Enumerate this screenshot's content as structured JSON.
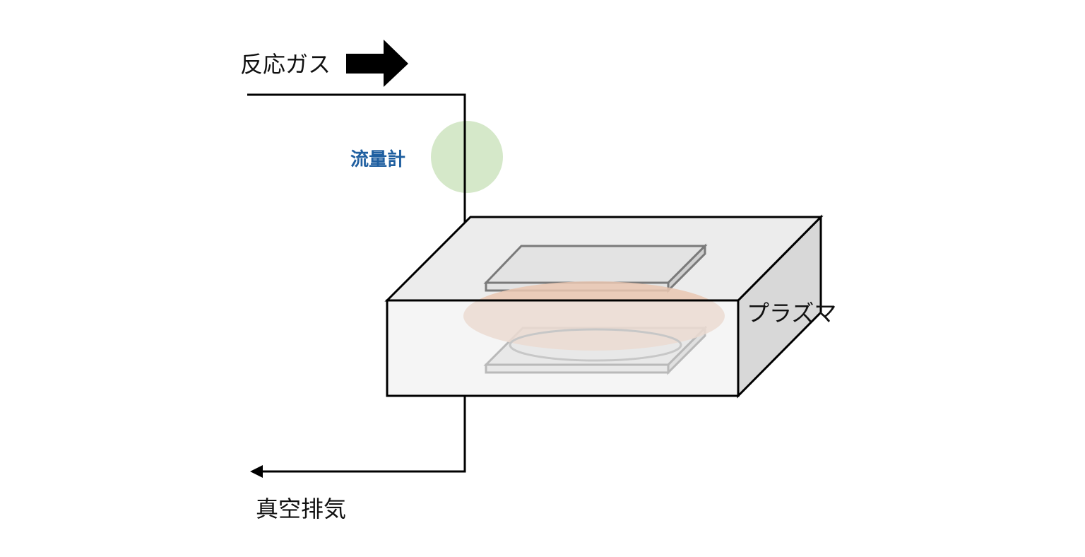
{
  "labels": {
    "reaction_gas": "反応ガス",
    "flow_meter": "流量計",
    "plasma": "プラズマ",
    "vacuum_exhaust": "真空排気"
  },
  "colors": {
    "flow_meter_circle": "#d5e8c9",
    "flow_meter_text": "#1f5fa0",
    "plasma_glow": "#eac7b1",
    "chamber_front": "#ececec",
    "chamber_side": "#d8d8d8",
    "electrode_face": "#e3e3e3",
    "electrode_edge": "#7a7a7a",
    "line": "#000000"
  },
  "icons": {
    "gas_inlet_arrow": "block-arrow-right-icon",
    "gas_flow_arrow": "arrow-down-icon",
    "exhaust_arrow": "arrow-left-icon"
  }
}
